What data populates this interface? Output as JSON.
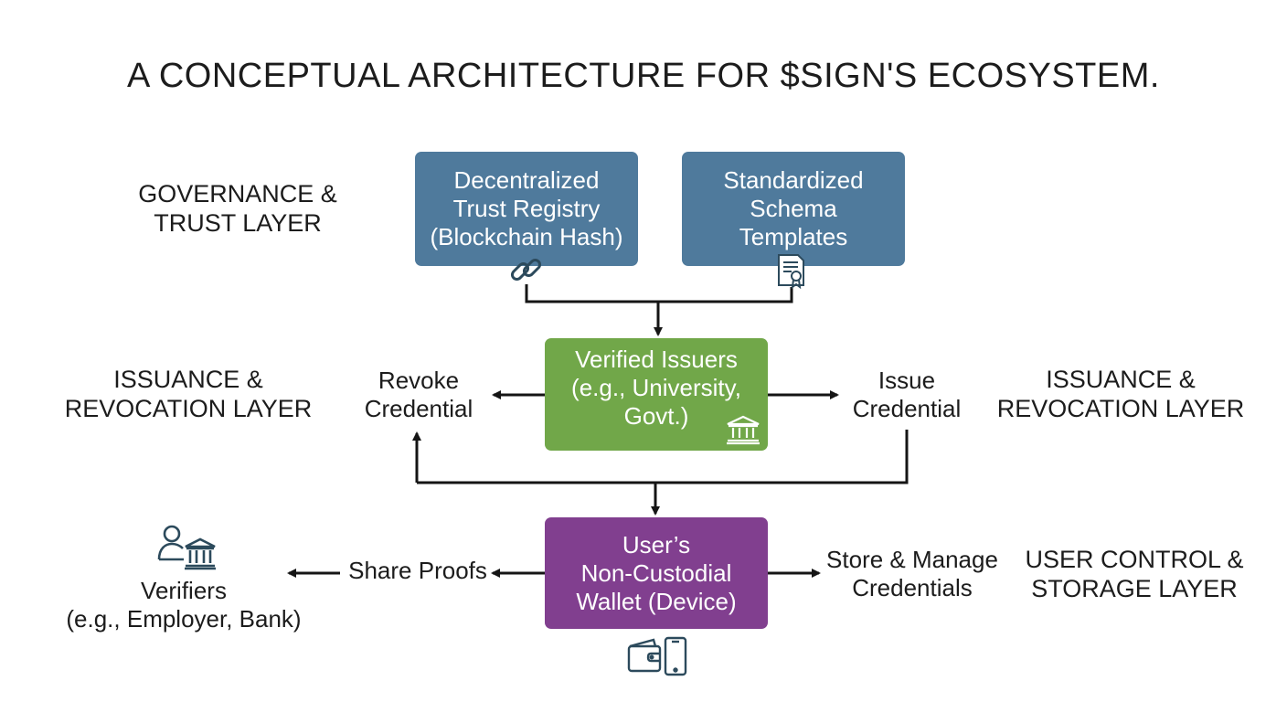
{
  "title": "A CONCEPTUAL ARCHITECTURE FOR $SIGN'S ECOSYSTEM.",
  "layers": {
    "governance": "GOVERNANCE &\nTRUST LAYER",
    "issuance_left": "ISSUANCE &\nREVOCATION LAYER",
    "issuance_right": "ISSUANCE &\nREVOCATION LAYER",
    "user_control": "USER CONTROL &\nSTORAGE LAYER"
  },
  "nodes": {
    "trust_registry": "Decentralized\nTrust Registry\n(Blockchain Hash)",
    "schema_templates": "Standardized\nSchema\nTemplates",
    "verified_issuers": "Verified Issuers\n(e.g., University,\nGovt.)",
    "wallet": "User’s\nNon-Custodial\nWallet (Device)"
  },
  "edge_labels": {
    "revoke": "Revoke\nCredential",
    "issue": "Issue\nCredential",
    "share": "Share Proofs",
    "store": "Store & Manage\nCredentials",
    "verifiers": "Verifiers\n(e.g., Employer, Bank)"
  },
  "icons": {
    "trust_registry": "chain-link-icon",
    "schema_templates": "certificate-document-icon",
    "verified_issuers": "institution-building-icon",
    "verifiers": "person-and-bank-icon",
    "wallet": "wallet-and-phone-icon"
  },
  "colors": {
    "governance_box": "#4f7a9c",
    "issuer_box": "#71a749",
    "wallet_box": "#813f8f",
    "icon_stroke": "#2c4a5c"
  }
}
